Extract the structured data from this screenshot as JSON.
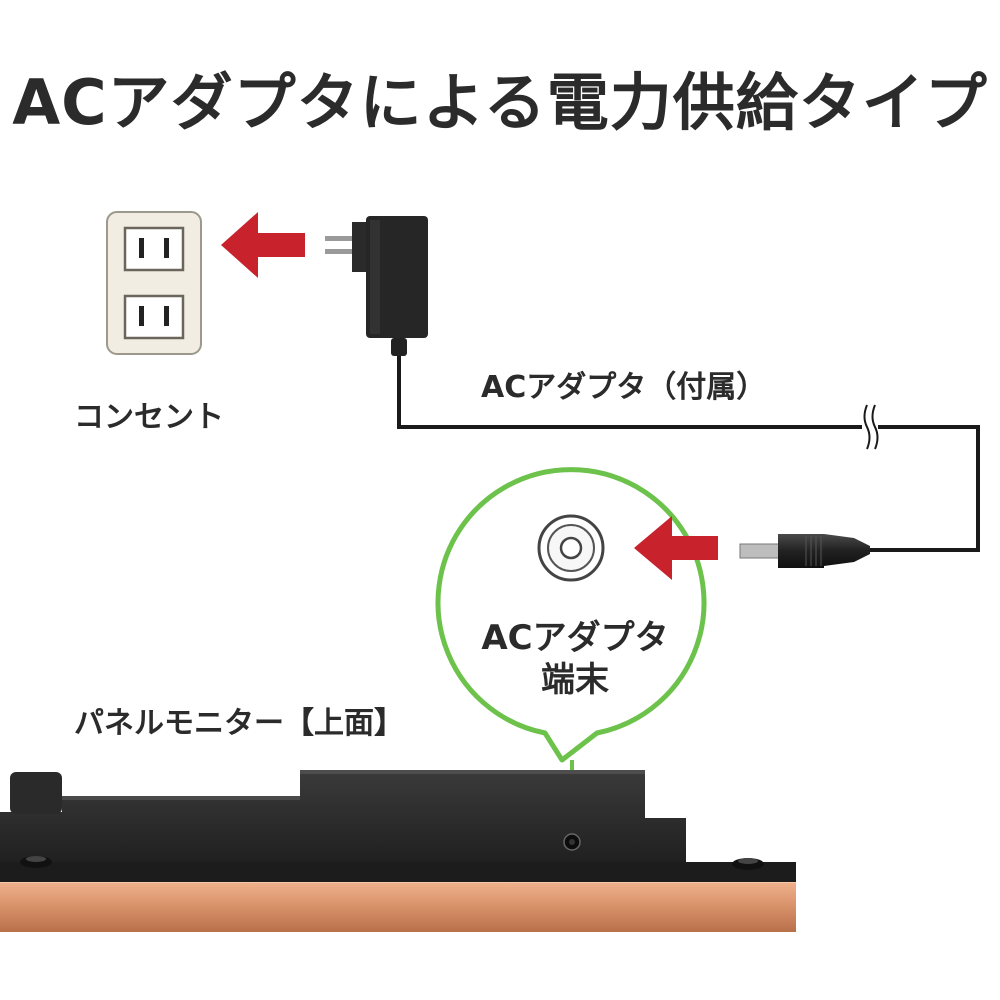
{
  "title": "ACアダプタによる電力供給タイプ",
  "labels": {
    "outlet": "コンセント",
    "adapter": "ACアダプタ（付属）",
    "port_line1": "ACアダプタ",
    "port_line2": "端末",
    "panel": "パネルモニター【上面】"
  },
  "colors": {
    "arrow": "#c8232c",
    "callout": "#6cc24a",
    "cable": "#1a1a1a",
    "monitor_body": "#2f2f2f",
    "monitor_frame": "#d8926a",
    "outlet": "#f1ede2"
  }
}
